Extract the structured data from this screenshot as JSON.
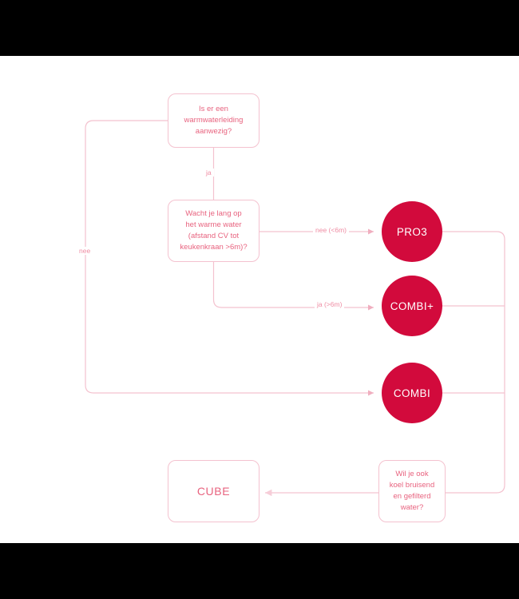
{
  "diagram": {
    "title_text": "",
    "colors": {
      "line": "#f4c2cf",
      "box_text": "#e8637f",
      "label_text": "#ef8ca3",
      "circle_fill": "#d20a3c",
      "circle_text": "#ffffff",
      "canvas_bg": "#ffffff",
      "letterbox": "#000000"
    },
    "nodes": [
      {
        "id": "q1",
        "shape": "rounded-rect",
        "text": "Is er een\nwarmwaterleiding\naanwezig?"
      },
      {
        "id": "q2",
        "shape": "rounded-rect",
        "text": "Wacht je lang op\nhet warme water\n(afstand CV tot\nkeukenkraan >6m)?"
      },
      {
        "id": "pro3",
        "shape": "circle",
        "text": "PRO3"
      },
      {
        "id": "combi_plus",
        "shape": "circle",
        "text": "COMBI+"
      },
      {
        "id": "combi",
        "shape": "circle",
        "text": "COMBI"
      },
      {
        "id": "q3",
        "shape": "rounded-rect",
        "text": "Wil je ook\nkoel bruisend\nen gefilterd\nwater?"
      },
      {
        "id": "cube",
        "shape": "rounded-rect",
        "text": "CUBE"
      }
    ],
    "edges": [
      {
        "from": "q1",
        "to": "q2",
        "label": "ja"
      },
      {
        "from": "q1",
        "to": "combi",
        "label": "nee"
      },
      {
        "from": "q2",
        "to": "pro3",
        "label": "nee (<6m)"
      },
      {
        "from": "q2",
        "to": "combi_plus",
        "label": "ja (>6m)"
      },
      {
        "from": "pro3",
        "to": "q3",
        "label": ""
      },
      {
        "from": "combi_plus",
        "to": "q3",
        "label": ""
      },
      {
        "from": "combi",
        "to": "q3",
        "label": ""
      },
      {
        "from": "q3",
        "to": "cube",
        "label": ""
      }
    ]
  }
}
